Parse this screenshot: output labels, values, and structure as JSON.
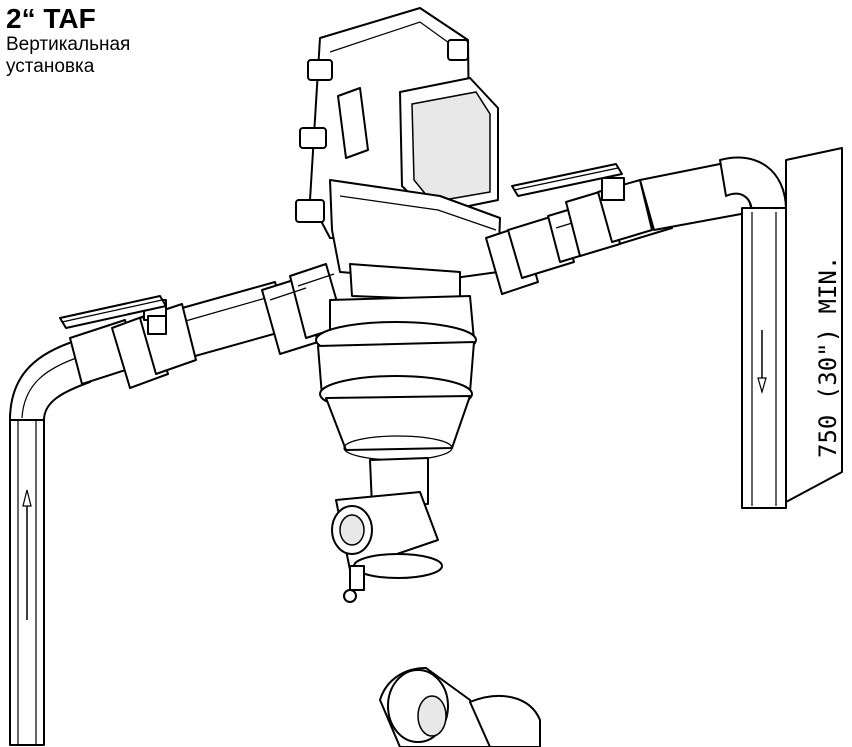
{
  "header": {
    "title": "2“ TAF",
    "subtitle_line1": "Вертикальная",
    "subtitle_line2": "установка"
  },
  "dimension": {
    "label": "750 (30\") MIN."
  },
  "colors": {
    "line": "#000000",
    "background": "#ffffff",
    "shade": "#e8e8e8"
  },
  "icons": [
    "flow-arrow-up-icon",
    "flow-arrow-down-icon"
  ]
}
